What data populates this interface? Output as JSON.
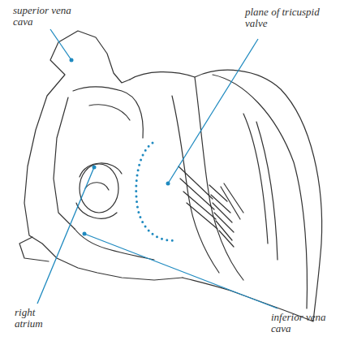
{
  "diagram": {
    "labels": [
      "superior vena cava",
      "plane of tricuspid valve",
      "right atrium",
      "inferior vena cava"
    ]
  }
}
